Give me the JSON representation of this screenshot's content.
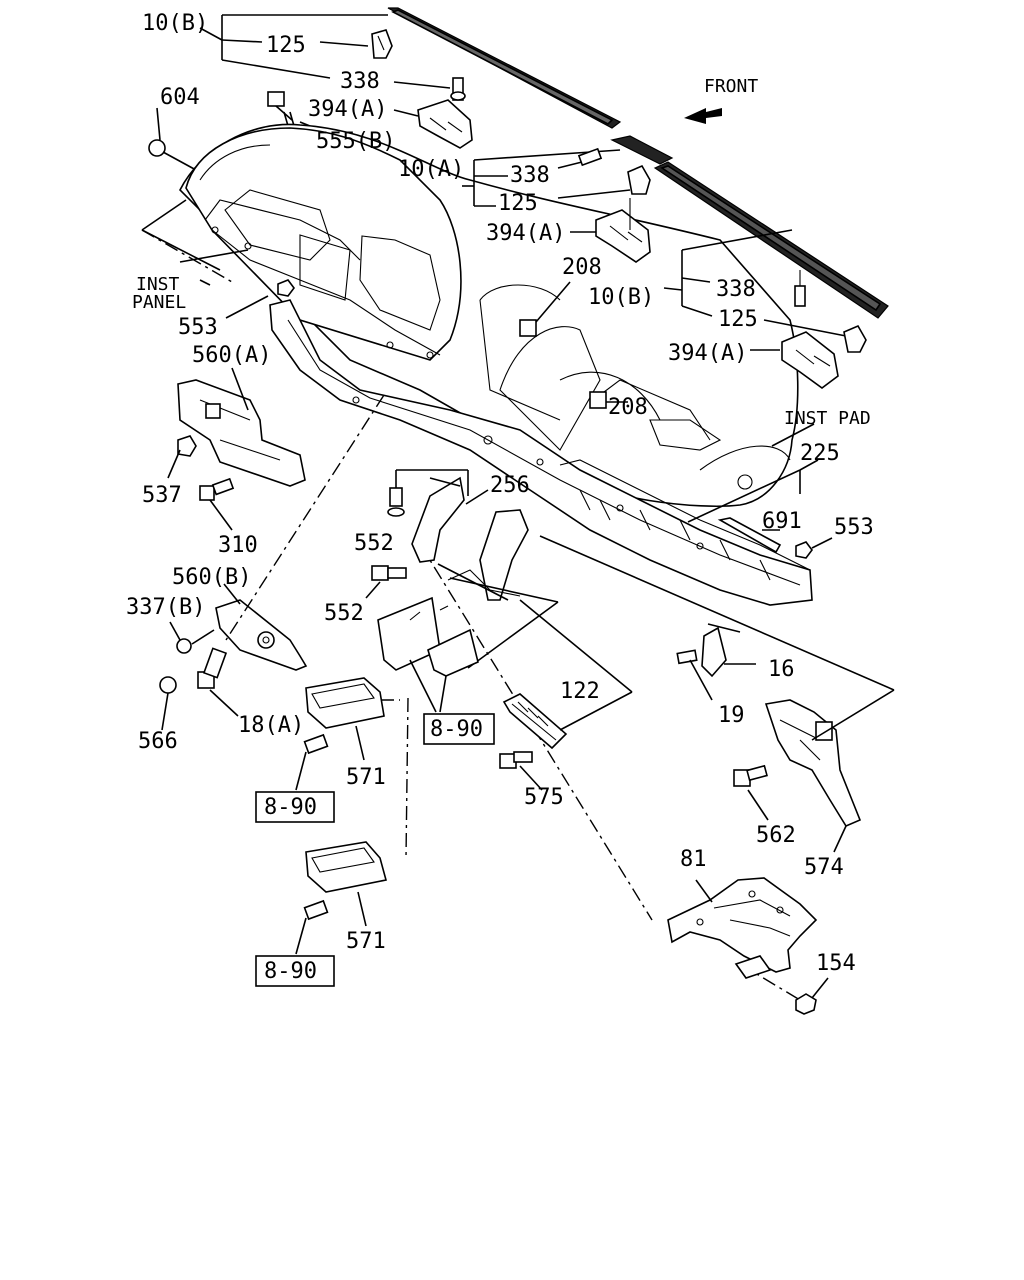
{
  "labels": {
    "p10b_top": "10(B)",
    "p125_top": "125",
    "p338_top": "338",
    "p604": "604",
    "p394a_top": "394(A)",
    "p555b": "555(B)",
    "front": "FRONT",
    "p10a": "10(A)",
    "p338_mid": "338",
    "p125_mid": "125",
    "p394a_mid": "394(A)",
    "p208_top": "208",
    "inst_panel_1": "INST",
    "inst_panel_2": "PANEL",
    "p10b_right": "10(B)",
    "p338_right": "338",
    "p125_right": "125",
    "p553_left": "553",
    "p394a_right": "394(A)",
    "p560a": "560(A)",
    "p208_bot": "208",
    "inst_pad": "INST PAD",
    "p225": "225",
    "p537": "537",
    "p256": "256",
    "p691": "691",
    "p553_right": "553",
    "p552_top": "552",
    "p310": "310",
    "p560b": "560(B)",
    "p337b": "337(B)",
    "p552_bot": "552",
    "p16": "16",
    "p122": "122",
    "p18a": "18(A)",
    "p19": "19",
    "ref_890_mid": "8-90",
    "p566": "566",
    "p571_top": "571",
    "ref_890_left": "8-90",
    "p575": "575",
    "p562": "562",
    "p574": "574",
    "p81": "81",
    "p571_bot": "571",
    "p154": "154",
    "ref_890_bot": "8-90"
  }
}
